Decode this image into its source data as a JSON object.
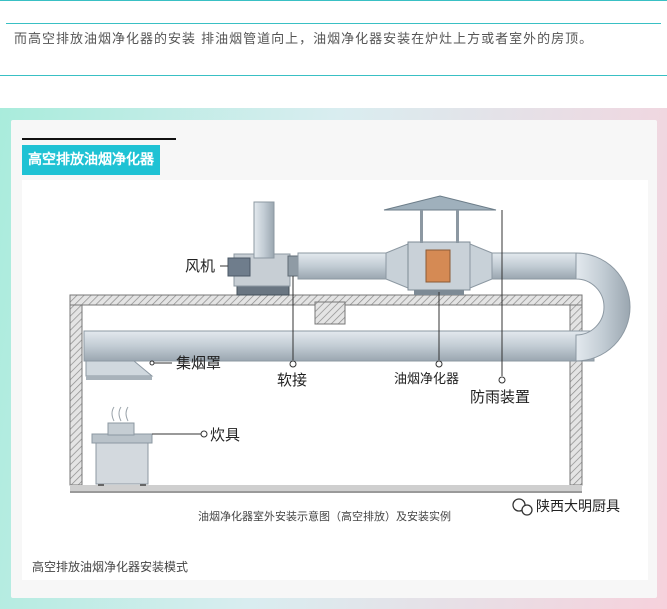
{
  "intro": {
    "text": "而高空排放油烟净化器的安装  排油烟管道向上，油烟净化器安装在炉灶上方或者室外的房顶。"
  },
  "section": {
    "title": "高空排放油烟净化器"
  },
  "diagram": {
    "labels": {
      "fan": "风机",
      "hood": "集烟罩",
      "soft_joint": "软接",
      "purifier": "油烟净化器",
      "rain_cover": "防雨装置",
      "stove": "炊具"
    },
    "caption": "油烟净化器室外安装示意图（高空排放）及安装实例",
    "watermark": "陕西大明厨具",
    "watermark_icon": "wechat-icon"
  },
  "footer": {
    "caption": "高空排放油烟净化器安装模式"
  },
  "colors": {
    "teal_border": "#39c0c4",
    "title_bg": "#1fc2d4",
    "duct": "#c3ced6",
    "wall": "#d8d8d8"
  }
}
